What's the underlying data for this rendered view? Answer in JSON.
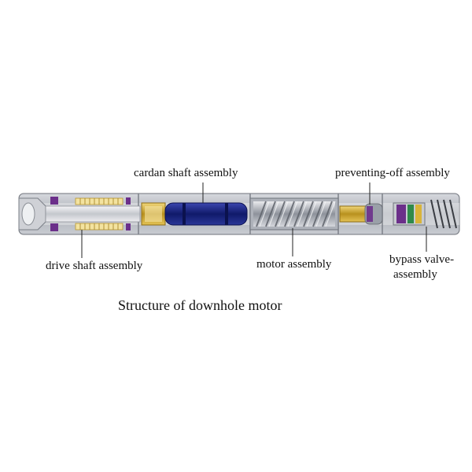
{
  "diagram": {
    "labels": {
      "cardan": "cardan shaft assembly",
      "preventing": "preventing-off assembly",
      "drive": "drive shaft assembly",
      "motor": "motor assembly",
      "bypass_line1": "bypass valve-",
      "bypass_line2": "assembly"
    },
    "caption": "Structure of downhole motor"
  },
  "colors": {
    "housing": "#b9bcc3",
    "bore": "#e6e7ea",
    "cardan": "#1e2a8c",
    "brass": "#d8b43a",
    "purple": "#6b2f8a",
    "stator": "#9aa0a8"
  }
}
